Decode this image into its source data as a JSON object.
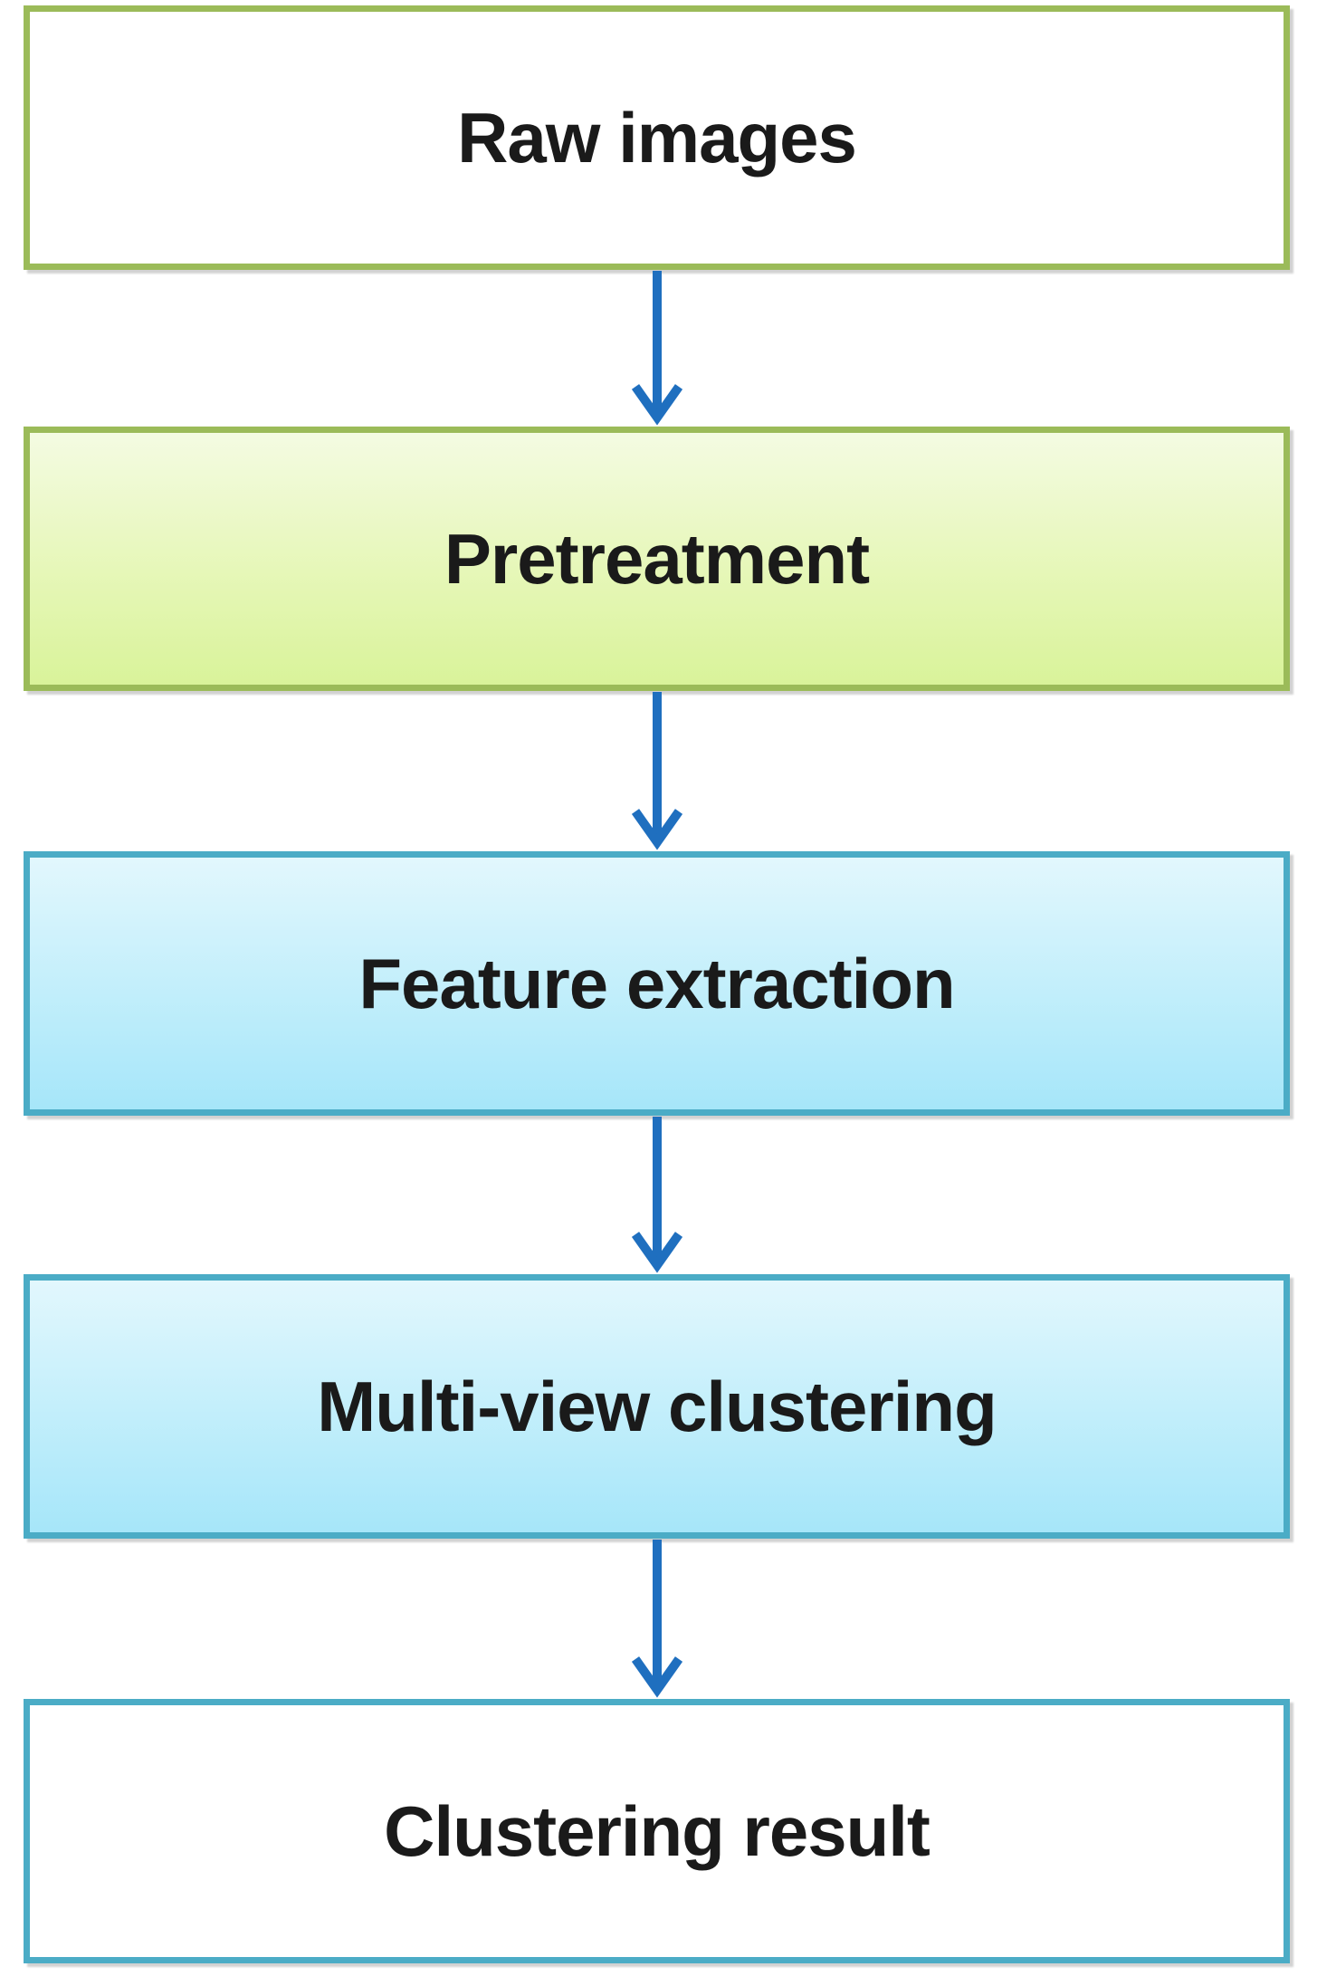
{
  "diagram": {
    "colors": {
      "green_border": "#9bbb59",
      "blue_border": "#4bacc6",
      "arrow": "#1f6fbf",
      "green_fill": "#e6f7b8",
      "blue_fill": "#c4effb"
    },
    "steps": [
      {
        "label": "Raw images"
      },
      {
        "label": "Pretreatment"
      },
      {
        "label": "Feature extraction"
      },
      {
        "label": "Multi-view clustering"
      },
      {
        "label": "Clustering result"
      }
    ]
  }
}
